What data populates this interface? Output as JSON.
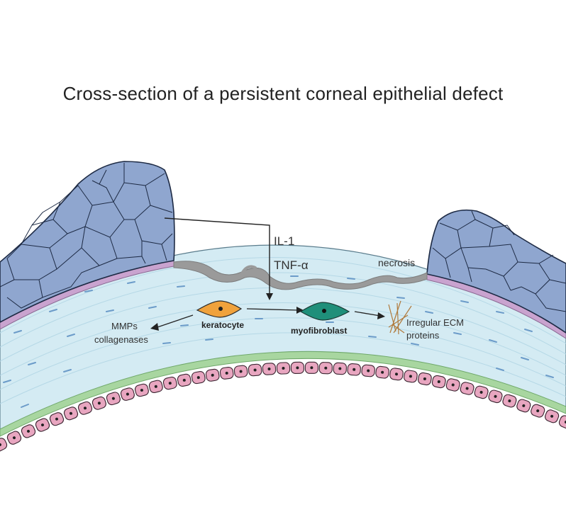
{
  "title": "Cross-section of a persistent corneal epithelial defect",
  "labels": {
    "il1": "IL-1",
    "tnf": "TNF-α",
    "necrosis": "necrosis",
    "keratocyte": "keratocyte",
    "myofibroblast": "myofibroblast",
    "mmps_line1": "MMPs",
    "mmps_line2": "collagenases",
    "ecm_line1": "Irregular ECM",
    "ecm_line2": "proteins"
  },
  "colors": {
    "epithelium": "#8fa6cf",
    "stroma": "#d4ebf3",
    "bowman": "#c9a3cf",
    "descemet": "#a8d6a0",
    "endothelium": "#e8a6c0",
    "keratocyte": "#f0a23c",
    "myofibroblast": "#1f8f7a",
    "necrosis": "#9a9a9a"
  }
}
